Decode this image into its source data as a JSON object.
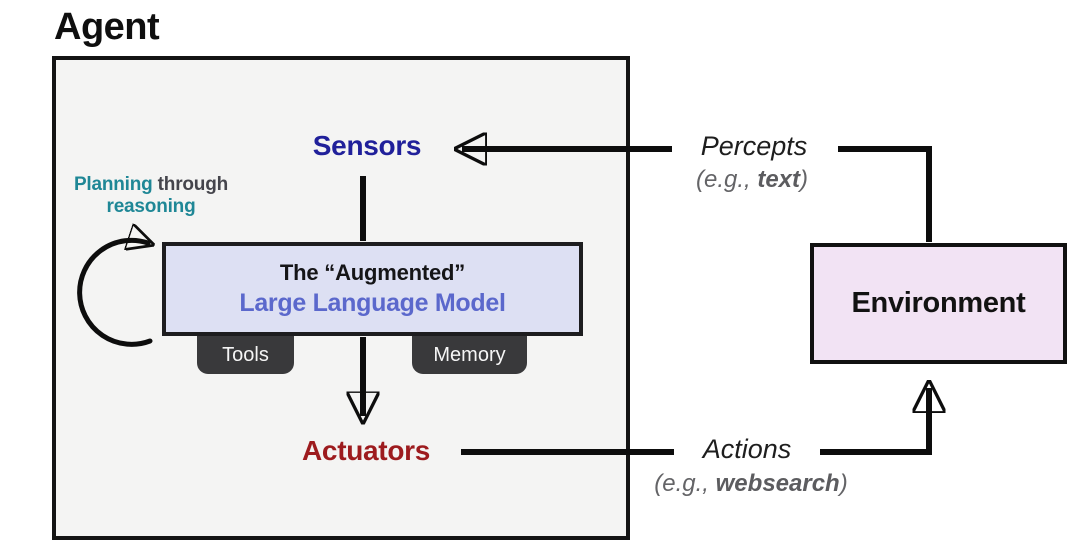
{
  "title": "Agent",
  "agent": {
    "sensors_label": "Sensors",
    "planning": {
      "word1": "Planning",
      "word2": "through",
      "word3": "reasoning"
    },
    "llm": {
      "line1": "The “Augmented”",
      "line2": "Large Language Model"
    },
    "tabs": {
      "tools": "Tools",
      "memory": "Memory"
    },
    "actuators_label": "Actuators"
  },
  "environment": {
    "label": "Environment"
  },
  "percepts": {
    "label": "Percepts",
    "example_open": "(e.g., ",
    "example_bold": "text",
    "example_close": ")"
  },
  "actions": {
    "label": "Actions",
    "example_open": "(e.g., ",
    "example_bold": "websearch",
    "example_close": ")"
  },
  "colors": {
    "sensors_text": "#20209a",
    "actuators_text": "#9d1b1e",
    "planning_teal": "#1f8796",
    "planning_gray": "#45454c",
    "llm_box_fill": "#dde0f3",
    "llm_model_text": "#5b68cc",
    "tab_fill": "#39393b",
    "agent_box_fill": "#f4f4f3",
    "environment_fill": "#f2e3f4",
    "wire_black": "#0d0d0d"
  }
}
